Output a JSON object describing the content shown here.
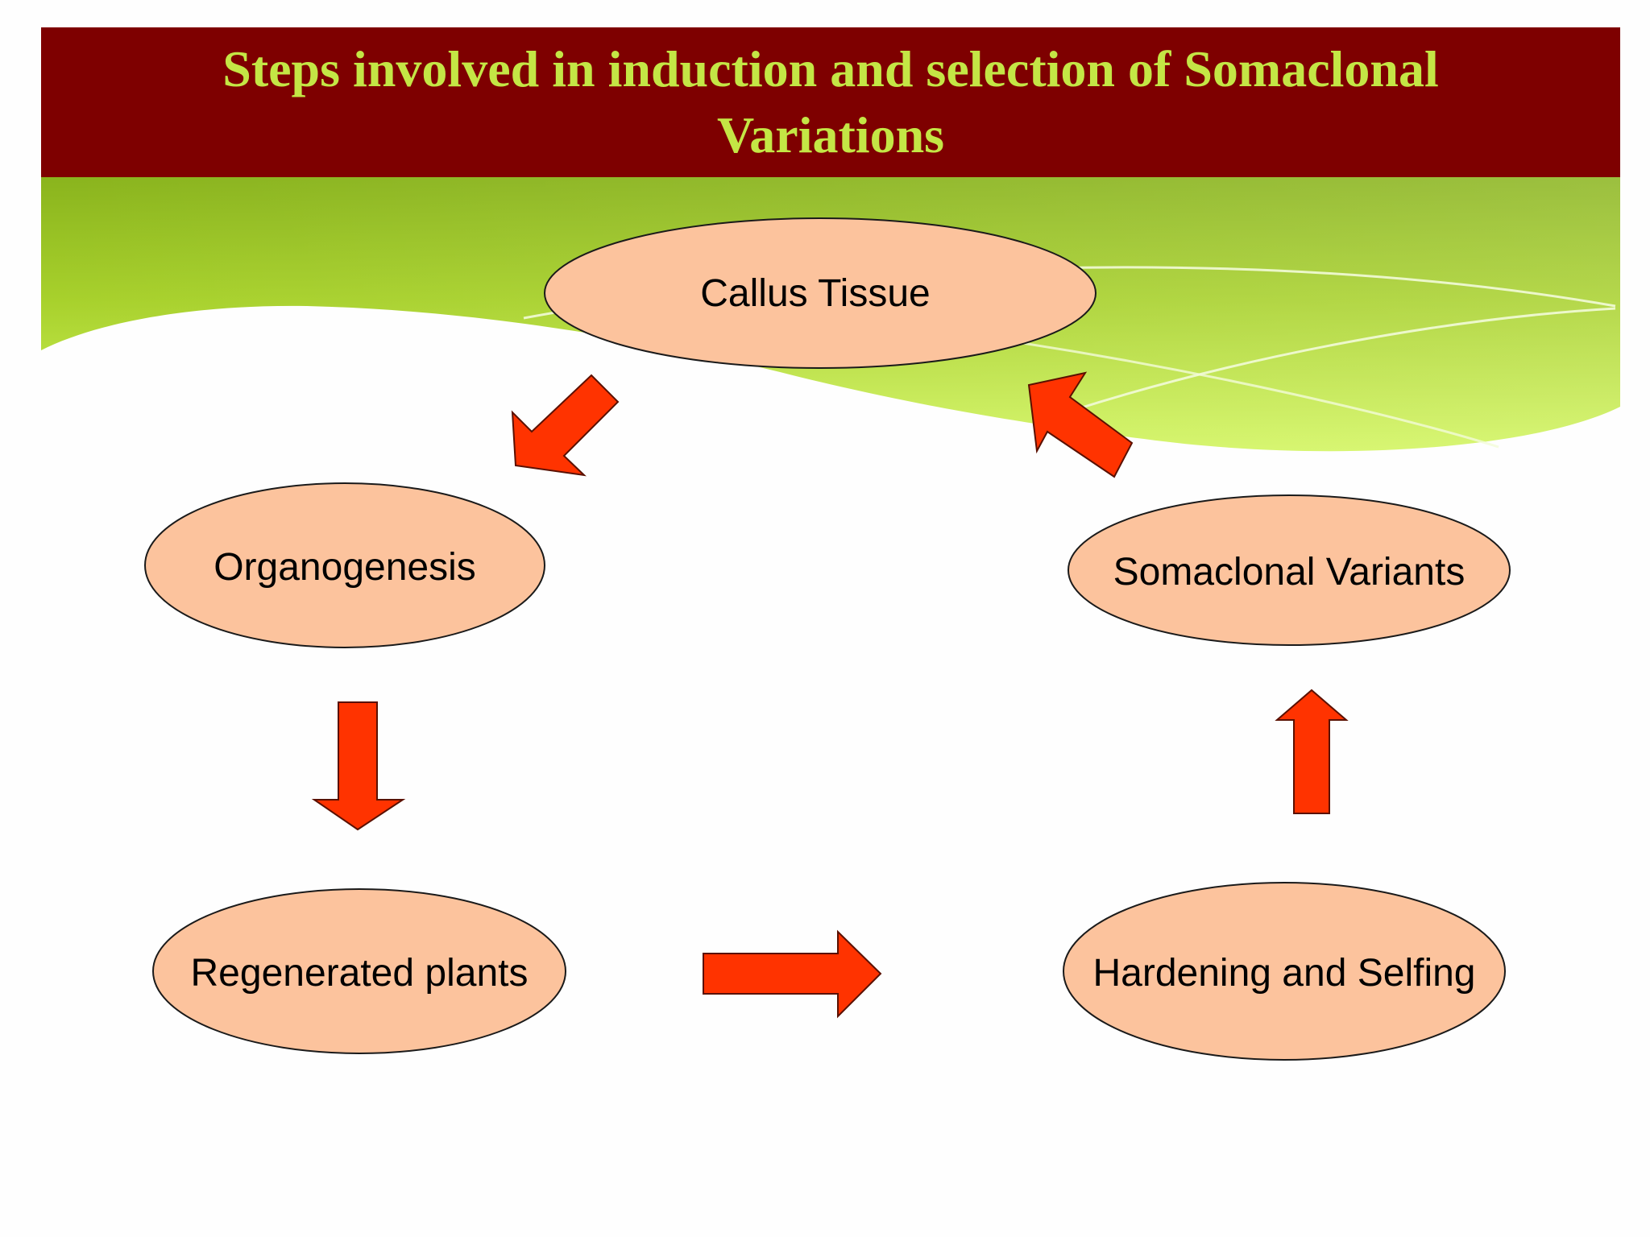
{
  "title": "Steps involved in induction and selection of Somaclonal Variations",
  "nodes": {
    "callus_tissue": "Callus Tissue",
    "organogenesis": "Organogenesis",
    "regenerated_plants": "Regenerated plants",
    "hardening_selfing": "Hardening and Selfing",
    "somaclonal_variants": "Somaclonal Variants"
  },
  "colors": {
    "title_background": "#7e0000",
    "title_text": "#c4e645",
    "node_fill": "#fcc39d",
    "node_stroke": "#1a1a1a",
    "arrow_fill": "#ff3300",
    "arrow_stroke": "#5a1000",
    "band_green_dark": "#8bb81c",
    "band_green_light": "#cdf35a"
  }
}
